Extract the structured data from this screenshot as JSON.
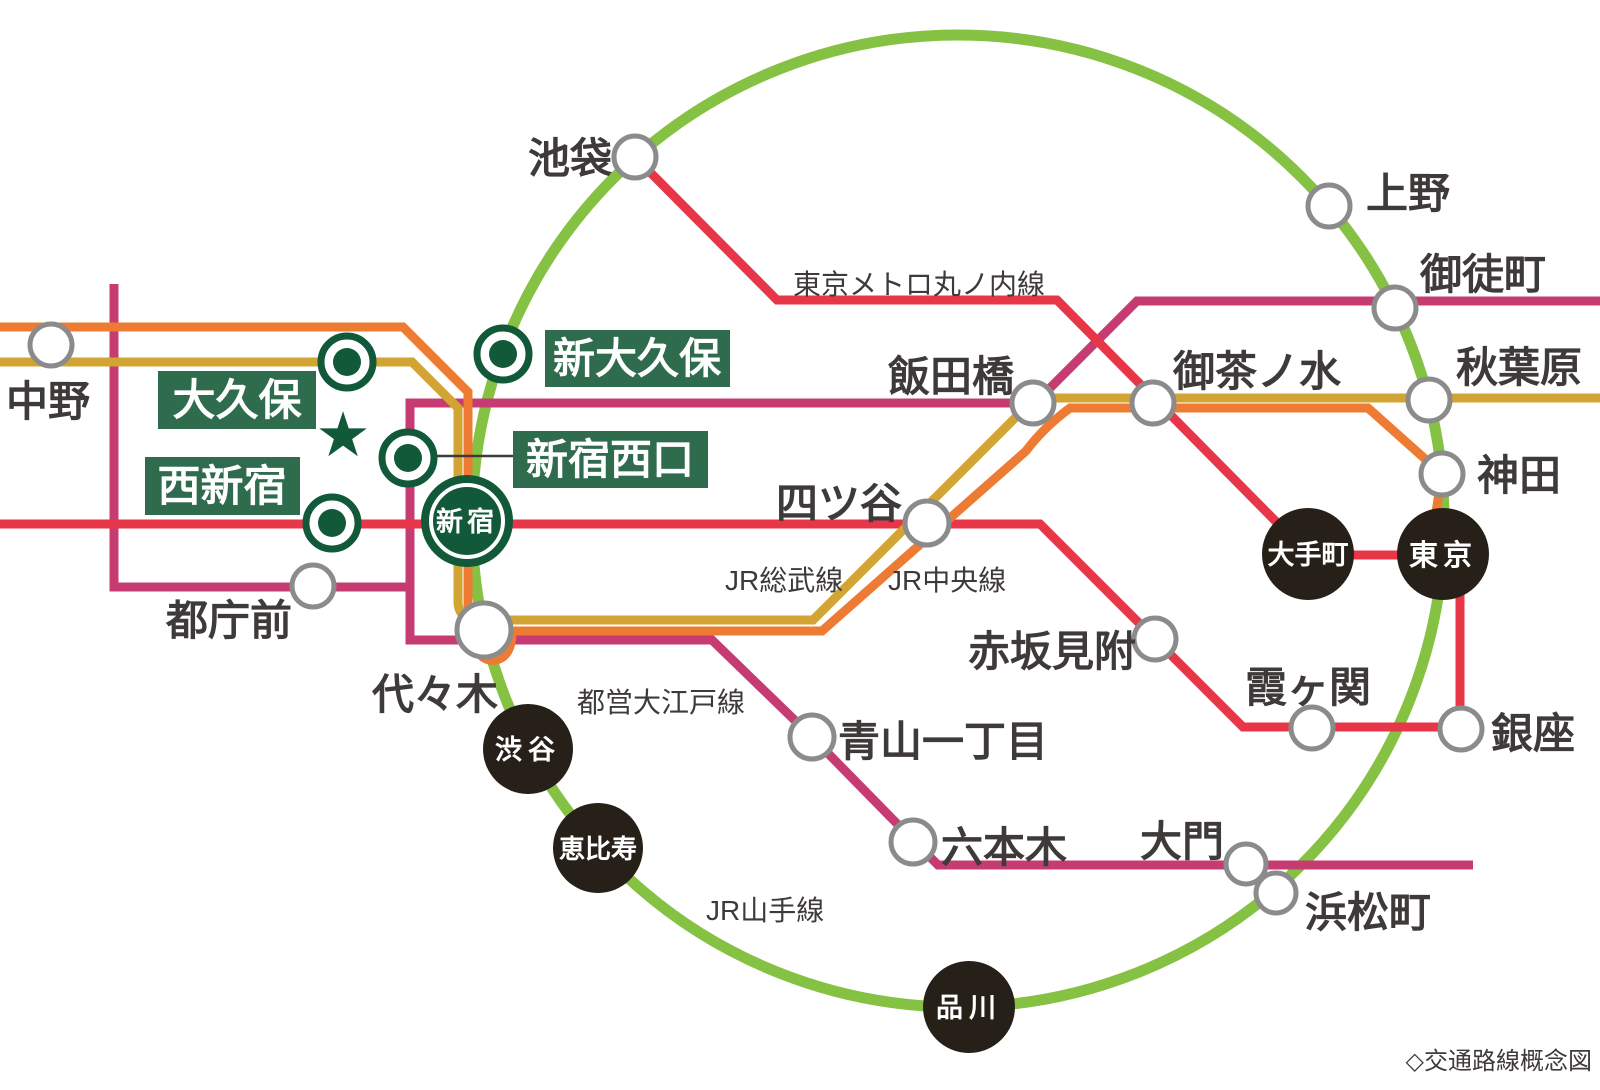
{
  "caption": "◇交通路線概念図",
  "star_icon": "★",
  "palette": {
    "yamanote_green": "#85C142",
    "sobu_yellow": "#D2A433",
    "chuo_orange": "#EE7B33",
    "marunouchi_red": "#E73648",
    "oedo_pink": "#C63C72",
    "station_dark_green": "#12593A",
    "label_box_green": "#2F6B4D",
    "station_ring_gray": "#8B8B8C",
    "terminal_black": "#272019",
    "text_dark": "#3E3A39"
  },
  "lines": {
    "yamanote": {
      "label": "JR山手線",
      "color": "#85C142"
    },
    "sobu": {
      "label": "JR総武線",
      "color": "#D2A433"
    },
    "chuo": {
      "label": "JR中央線",
      "color": "#EE7B33"
    },
    "marunouchi": {
      "label": "東京メトロ丸ノ内線",
      "color": "#E73648"
    },
    "oedo": {
      "label": "都営大江戸線",
      "color": "#C63C72"
    }
  },
  "stations": {
    "nakano": "中野",
    "ikebukuro": "池袋",
    "ueno": "上野",
    "okachimachi": "御徒町",
    "akihabara": "秋葉原",
    "kanda": "神田",
    "ginza": "銀座",
    "hamamatsucho": "浜松町",
    "daimon": "大門",
    "roppongi": "六本木",
    "aoyama_itchome": "青山一丁目",
    "akasaka_mitsuke": "赤坂見附",
    "kasumigaseki": "霞ヶ関",
    "yotsuya": "四ツ谷",
    "iidabashi": "飯田橋",
    "ochanomizu": "御茶ノ水",
    "tochomae": "都庁前",
    "yoyogi": "代々木",
    "shinjuku": "新宿",
    "shibuya": "渋谷",
    "ebisu": "恵比寿",
    "shinagawa": "品川",
    "otemachi": "大手町",
    "tokyo": "東京"
  },
  "highlight_stations": {
    "okubo": "大久保",
    "nishi_shinjuku": "西新宿",
    "shin_okubo": "新大久保",
    "shinjuku_nishiguchi": "新宿西口"
  }
}
